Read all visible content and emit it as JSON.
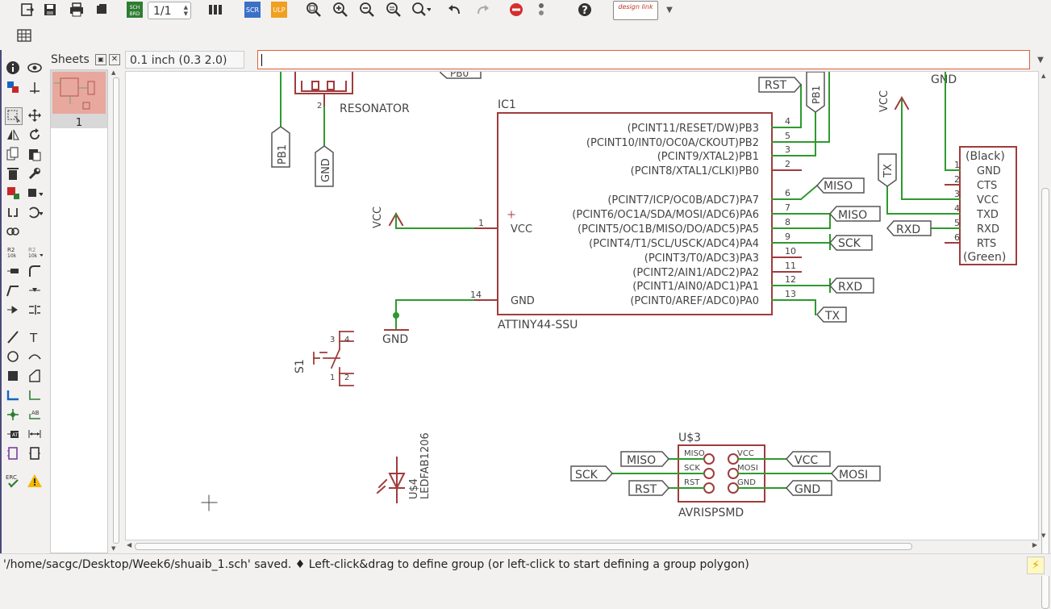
{
  "toolbar": {
    "page_indicator": "1/1",
    "scr_label": "SCR",
    "ulp_label": "ULP",
    "sch_brd_label": "SCH BRD",
    "designlink_label": "design link"
  },
  "sheets_panel": {
    "title": "Sheets",
    "sheet_number": "1"
  },
  "grid_display": "0.1 inch (0.3 2.0)",
  "command_input": "",
  "status": {
    "message": "'/home/sacgc/Desktop/Week6/shuaib_1.sch' saved.  ♦ Left-click&drag to define group (or left-click to start defining a group polygon)"
  },
  "colors": {
    "part": "#a03c3c",
    "wire": "#2e9a2e",
    "text": "#444444",
    "canvas": "#ffffff"
  },
  "schematic": {
    "ic1": {
      "name": "IC1",
      "value": "ATTINY44-SSU",
      "left_pins": [
        {
          "num": "1",
          "name": "VCC"
        },
        {
          "num": "14",
          "name": "GND"
        }
      ],
      "right_pins": [
        {
          "num": "4",
          "name": "(PCINT11/RESET/DW)PB3"
        },
        {
          "num": "5",
          "name": "(PCINT10/INT0/OC0A/CKOUT)PB2"
        },
        {
          "num": "3",
          "name": "(PCINT9/XTAL2)PB1"
        },
        {
          "num": "2",
          "name": "(PCINT8/XTAL1/CLKI)PB0"
        },
        {
          "num": "6",
          "name": "(PCINT7/ICP/OC0B/ADC7)PA7"
        },
        {
          "num": "7",
          "name": "(PCINT6/OC1A/SDA/MOSI/ADC6)PA6"
        },
        {
          "num": "8",
          "name": "(PCINT5/OC1B/MISO/DO/ADC5)PA5"
        },
        {
          "num": "9",
          "name": "(PCINT4/T1/SCL/USCK/ADC4)PA4"
        },
        {
          "num": "10",
          "name": "(PCINT3/T0/ADC3)PA3"
        },
        {
          "num": "11",
          "name": "(PCINT2/AIN1/ADC2)PA2"
        },
        {
          "num": "12",
          "name": "(PCINT1/AIN0/ADC1)PA1"
        },
        {
          "num": "13",
          "name": "(PCINT0/AREF/ADC0)PA0"
        }
      ]
    },
    "resonator": {
      "label": "RESONATOR",
      "pin": "2"
    },
    "ftdi": {
      "top": "(Black)",
      "bottom": "(Green)",
      "pins": [
        {
          "num": "1",
          "name": "GND"
        },
        {
          "num": "2",
          "name": "CTS"
        },
        {
          "num": "3",
          "name": "VCC"
        },
        {
          "num": "4",
          "name": "TXD"
        },
        {
          "num": "5",
          "name": "RXD"
        },
        {
          "num": "6",
          "name": "RTS"
        }
      ]
    },
    "avrisp": {
      "name": "U$3",
      "value": "AVRISPSMD",
      "left_pins": [
        "MISO",
        "SCK",
        "RST"
      ],
      "right_pins": [
        "VCC",
        "MOSI",
        "GND"
      ]
    },
    "switch": {
      "name": "S1",
      "pins": [
        "3",
        "4",
        "1",
        "2"
      ]
    },
    "led": {
      "name": "U$4",
      "value": "LEDFAB1206"
    },
    "labels": {
      "pb0": "PB0",
      "pb1_left": "PB1",
      "gnd_res": "GND",
      "rst_top": "RST",
      "pb1_top": "PB1",
      "vcc_ic": "VCC",
      "gnd_ic": "GND",
      "gnd_top": "GND",
      "vcc_ftdi": "VCC",
      "tx_ftdi": "TX",
      "miso1": "MISO",
      "miso2": "MISO",
      "sck": "SCK",
      "rxd_ic": "RXD",
      "tx_ic": "TX",
      "rxd_ftdi": "RXD",
      "isp_miso": "MISO",
      "isp_sck": "SCK",
      "isp_rst": "RST",
      "isp_vcc": "VCC",
      "isp_mosi": "MOSI",
      "isp_gnd": "GND"
    }
  }
}
